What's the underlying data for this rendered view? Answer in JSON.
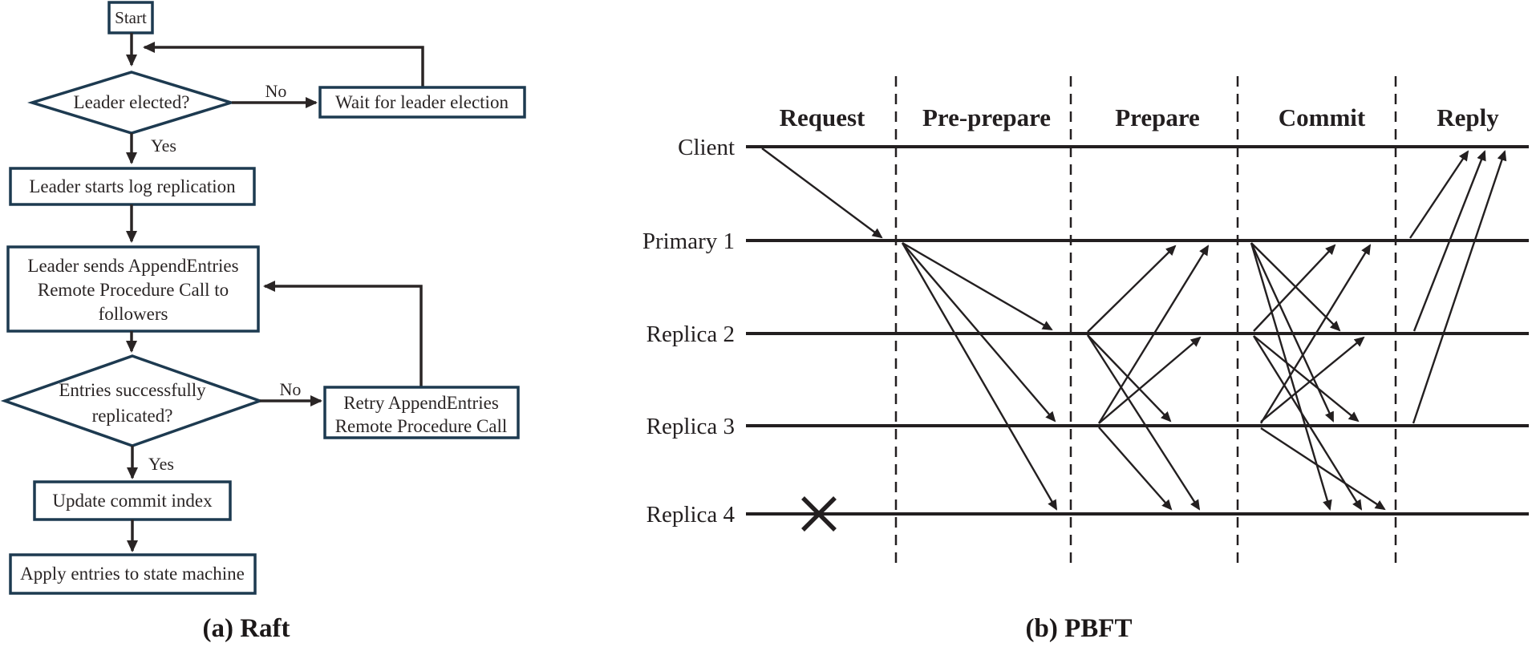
{
  "flowchart": {
    "nodes": {
      "start": "Start",
      "leader_elected": "Leader elected?",
      "wait": "Wait for leader election",
      "starts_replication": "Leader starts log replication",
      "send_lines": [
        "Leader sends AppendEntries",
        "Remote Procedure Call to",
        "followers"
      ],
      "replicated_lines": [
        "Entries successfully",
        "replicated?"
      ],
      "retry_lines": [
        "Retry AppendEntries",
        "Remote Procedure Call"
      ],
      "update": "Update commit index",
      "apply": "Apply entries to state machine"
    },
    "edge_labels": {
      "no1": "No",
      "yes1": "Yes",
      "no2": "No",
      "yes2": "Yes"
    },
    "caption": "(a) Raft"
  },
  "sequence": {
    "phases": [
      "Request",
      "Pre-prepare",
      "Prepare",
      "Commit",
      "Reply"
    ],
    "lanes": [
      "Client",
      "Primary 1",
      "Replica 2",
      "Replica 3",
      "Replica 4"
    ],
    "caption": "(b) PBFT"
  },
  "colors": {
    "ink": "#2a2525",
    "sequence_ink": "#231f20",
    "box_border": "#1d3a50",
    "background": "#ffffff"
  }
}
